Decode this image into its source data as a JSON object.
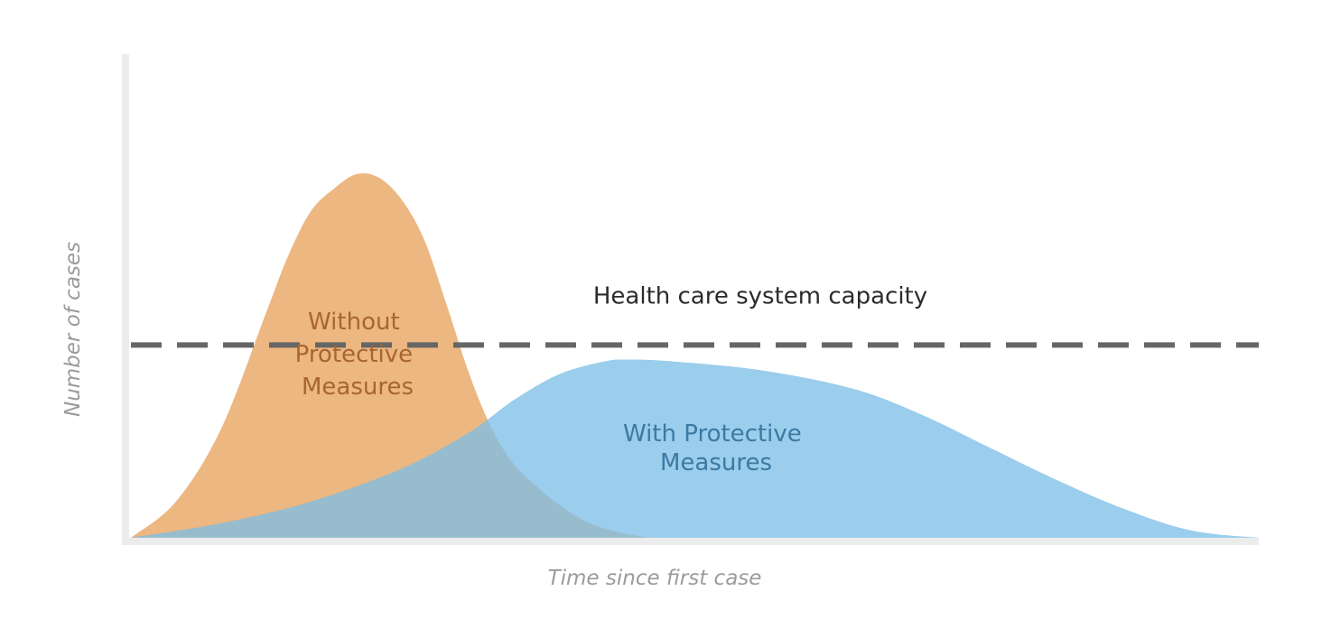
{
  "chart_data": {
    "type": "area",
    "title": "",
    "xlabel": "Time since first case",
    "ylabel": "Number of cases",
    "xlim": [
      0,
      100
    ],
    "ylim": [
      0,
      100
    ],
    "grid": false,
    "legend": "none",
    "series": [
      {
        "name": "",
        "label_lines": [
          "Without",
          "Protective",
          "Measures"
        ],
        "color": "#e8a765",
        "label_color": "#a8662f",
        "opacity": 0.82,
        "x": [
          0,
          4,
          8,
          12,
          14,
          16,
          18,
          20,
          22,
          24,
          26,
          28,
          30,
          32,
          34,
          36,
          38,
          40,
          42,
          44,
          46
        ],
        "y": [
          0,
          10,
          30,
          62,
          78,
          90,
          96,
          100,
          99,
          93,
          82,
          64,
          45,
          30,
          20,
          14,
          9,
          5,
          2.5,
          1,
          0
        ]
      },
      {
        "name": "",
        "label_lines": [
          "With Protective",
          "Measures"
        ],
        "color": "#7bbde6",
        "label_color": "#3b7aa3",
        "opacity": 0.76,
        "x": [
          0,
          8,
          16,
          24,
          30,
          34,
          38,
          42,
          44,
          48,
          56,
          64,
          70,
          76,
          82,
          88,
          94,
          100
        ],
        "y": [
          0,
          4,
          10,
          19,
          29,
          38,
          45,
          48.5,
          49,
          48.5,
          46,
          41,
          34,
          25,
          16,
          8,
          2,
          0
        ]
      }
    ],
    "reference_line": {
      "label": "Health care system capacity",
      "y": 53,
      "style": "dashed",
      "color": "#666666"
    }
  }
}
